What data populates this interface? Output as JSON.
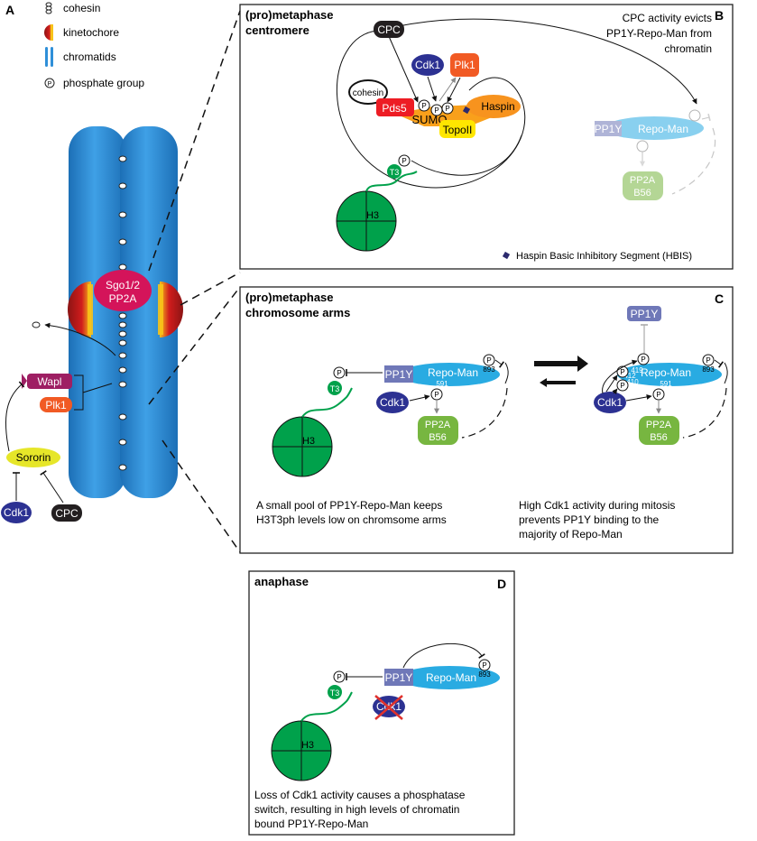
{
  "panel_letters": {
    "a": "A",
    "b": "B",
    "c": "C",
    "d": "D"
  },
  "legend": {
    "cohesin": "cohesin",
    "kinetochore": "kinetochore",
    "chromatids": "chromatids",
    "phosphate": "phosphate group"
  },
  "panel_a": {
    "sgo_line1": "Sgo1/2",
    "sgo_line2": "PP2A",
    "wapl": "Wapl",
    "plk1": "Plk1",
    "sororin": "Sororin",
    "cdk1": "Cdk1",
    "cpc": "CPC"
  },
  "panel_b": {
    "title_line1": "(pro)metaphase",
    "title_line2": "centromere",
    "caption_line1": "CPC activity evicts",
    "caption_line2": "PP1Y-Repo-Man from",
    "caption_line3": "chromatin",
    "cpc": "CPC",
    "cdk1": "Cdk1",
    "plk1": "Plk1",
    "cohesin": "cohesin",
    "pds5": "Pds5",
    "sumo": "SUMO",
    "topoii": "TopoII",
    "haspin": "Haspin",
    "pp1y": "PP1Y",
    "repoman": "Repo-Man",
    "pp2a": "PP2A",
    "b56": "B56",
    "t3": "T3",
    "h3": "H3",
    "hbis_legend": "Haspin Basic Inhibitory Segment (HBIS)"
  },
  "panel_c": {
    "title_line1": "(pro)metaphase",
    "title_line2": "chromosome arms",
    "pp1y": "PP1Y",
    "repoman": "Repo-Man",
    "cdk1": "Cdk1",
    "pp2a": "PP2A",
    "b56": "B56",
    "t3": "T3",
    "h3": "H3",
    "site_893": "893",
    "site_591": "591",
    "site_419": "419",
    "site_412": "412",
    "site_410": "410",
    "caption_left_line1": "A small pool of  PP1Y-Repo-Man keeps",
    "caption_left_line2": "H3T3ph levels low on chromsome arms",
    "caption_right_line1": "High Cdk1 activity during mitosis",
    "caption_right_line2": "prevents PP1Y binding to the",
    "caption_right_line3": "majority of Repo-Man"
  },
  "panel_d": {
    "title": "anaphase",
    "pp1y": "PP1Y",
    "repoman": "Repo-Man",
    "cdk1": "Cdk1",
    "t3": "T3",
    "h3": "H3",
    "site_893": "893",
    "caption_line1": "Loss of Cdk1 activity causes a phosphatase",
    "caption_line2": "switch, resulting in high levels of chromatin",
    "caption_line3": "bound PP1Y-Repo-Man"
  },
  "phospho_symbol": "P",
  "colors": {
    "chromatid": "#2f8fd8",
    "repoman": "#29abe2",
    "pp1y": "#6f78b8",
    "cdk1": "#2c3192",
    "pp2a": "#77b640",
    "h3": "#00a14b",
    "sgo": "#d4145a",
    "plk1": "#f15a24",
    "haspin": "#f7931e",
    "pds5": "#ed1c24",
    "sumo": "#f9a01b",
    "topoii": "#ffe600",
    "wapl": "#9e1f63",
    "sororin": "#e6e629",
    "cpc": "#231f20"
  }
}
